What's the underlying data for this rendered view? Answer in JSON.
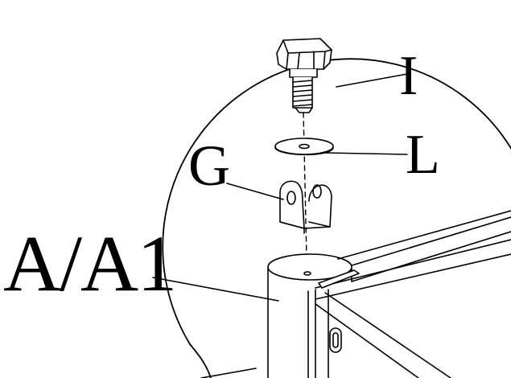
{
  "diagram": {
    "labels": {
      "bolt": "I",
      "washer": "L",
      "bracket": "G",
      "leg": "A/A1"
    }
  }
}
